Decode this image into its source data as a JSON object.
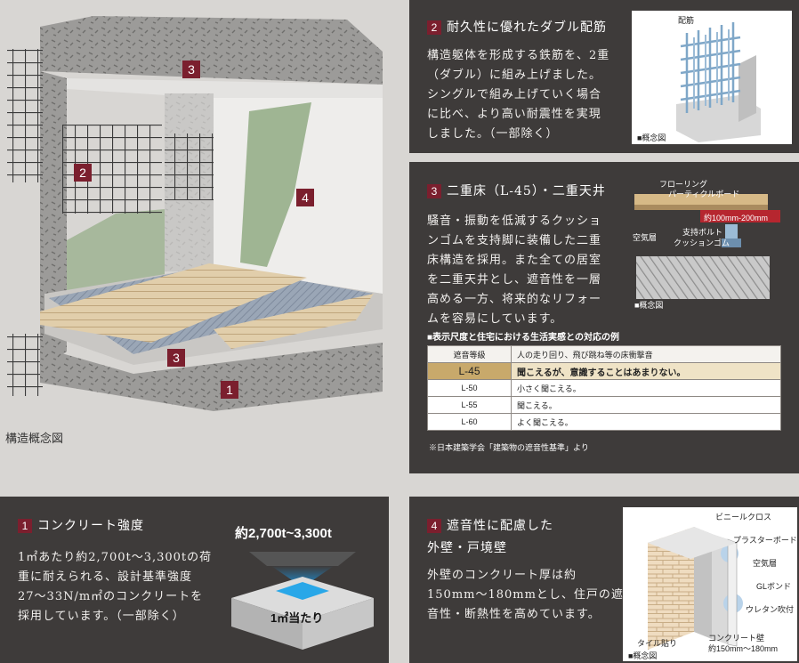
{
  "illustration": {
    "caption": "構造概念図",
    "markers": [
      "3",
      "2",
      "4",
      "3",
      "1"
    ]
  },
  "section2": {
    "num": "2",
    "title": "耐久性に優れたダブル配筋",
    "body": [
      "構造躯体を形成する鉄筋を、2重",
      "（ダブル）に組み上げました。",
      "シングルで組み上げていく場合",
      "に比べ、より高い耐震性を実現",
      "しました。（一部除く）"
    ],
    "diagram_label": "配筋",
    "concept_label": "■概念図"
  },
  "section3": {
    "num": "3",
    "title": "二重床（L-45）・二重天井",
    "body": [
      "騒音・振動を低減するクッショ",
      "ンゴムを支持脚に装備した二重",
      "床構造を採用。また全ての居室",
      "を二重天井とし、遮音性を一層",
      "高める一方、将来的なリフォー",
      "ムを容易にしています。"
    ],
    "diagram_labels": {
      "flooring": "フローリング",
      "particle_board": "パーティクルボード",
      "height": "約100mm-200mm",
      "air_layer": "空気層",
      "support_bolt": "支持ボルト",
      "cushion_rubber": "クッションゴム"
    },
    "concept_label": "■概念図",
    "table_title": "■表示尺度と住宅における生活実感との対応の例",
    "table_header": [
      "遮音等級",
      "人の走り回り、飛び跳ね等の床衝撃音"
    ],
    "table_rows": [
      {
        "level": "L-45",
        "desc": "聞こえるが、意識することはあまりない。"
      },
      {
        "level": "L-50",
        "desc": "小さく聞こえる。"
      },
      {
        "level": "L-55",
        "desc": "聞こえる。"
      },
      {
        "level": "L-60",
        "desc": "よく聞こえる。"
      }
    ],
    "table_note": "※日本建築学会「建築物の遮音性基準」より"
  },
  "section1": {
    "num": "1",
    "title": "コンクリート強度",
    "body": [
      "1㎡あたり約2,700t～3,300tの荷",
      "重に耐えられる、設計基準強度",
      "27～33N/m㎡のコンクリートを",
      "採用しています。（一部除く）"
    ],
    "diagram_load": "約2,700t~3,300t",
    "diagram_area": "1㎡当たり"
  },
  "section4": {
    "num": "4",
    "title": [
      "遮音性に配慮した",
      "外壁・戸境壁"
    ],
    "body": [
      "外壁のコンクリート厚は約",
      "150mm～180mmとし、住戸の遮",
      "音性・断熱性を高めています。"
    ],
    "diagram_labels": {
      "vinyl_cloth": "ビニールクロス",
      "plaster_board": "プラスターボード",
      "air_layer": "空気層",
      "gl_bond": "GLボンド",
      "urethane": "ウレタン吹付",
      "tile": "タイル貼り",
      "concrete_wall": "コンクリート壁",
      "thickness": "約150mm～180mm"
    },
    "concept_label": "■概念図"
  },
  "colors": {
    "panel": "#3e3b3a",
    "accent": "#7b1f2e",
    "highlight": "#c8a96b"
  }
}
